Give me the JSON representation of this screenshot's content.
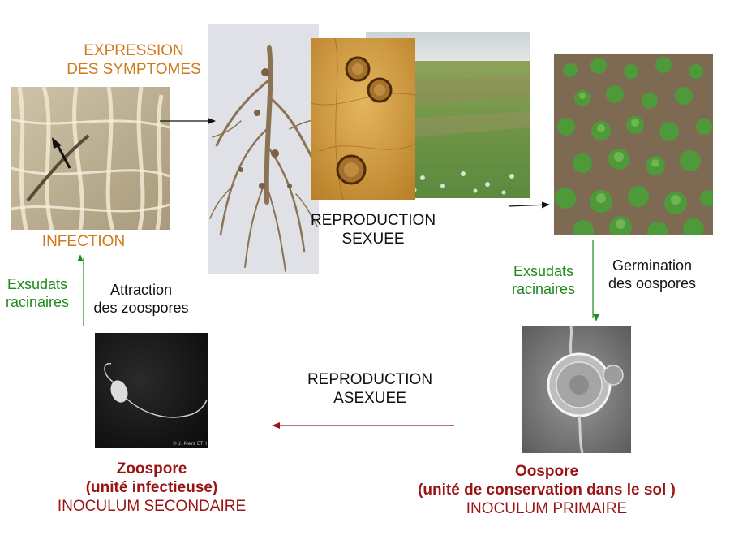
{
  "labels": {
    "expression_line1": "EXPRESSION",
    "expression_line2": "DES SYMPTOMES",
    "infection": "INFECTION",
    "reproduction_sexuee_line1": "REPRODUCTION",
    "reproduction_sexuee_line2": "SEXUEE",
    "exsudats_left_line1": "Exsudats",
    "exsudats_left_line2": "racinaires",
    "attraction_line1": "Attraction",
    "attraction_line2": "des zoospores",
    "exsudats_right_line1": "Exsudats",
    "exsudats_right_line2": "racinaires",
    "germination_line1": "Germination",
    "germination_line2": "des oospores",
    "reproduction_asexuee_line1": "REPRODUCTION",
    "reproduction_asexuee_line2": "ASEXUEE",
    "zoospore_title": "Zoospore",
    "zoospore_subtitle": "(unité infectieuse)",
    "zoospore_inoculum": "INOCULUM SECONDAIRE",
    "oospore_title": "Oospore",
    "oospore_subtitle": "(unité de conservation dans le sol )",
    "oospore_inoculum": "INOCULUM PRIMAIRE",
    "micro_credit": "©U. Merz ETH"
  },
  "colors": {
    "orange": "#d07a1e",
    "green": "#1e8a1e",
    "dark_red": "#9a1414",
    "black": "#111111"
  }
}
